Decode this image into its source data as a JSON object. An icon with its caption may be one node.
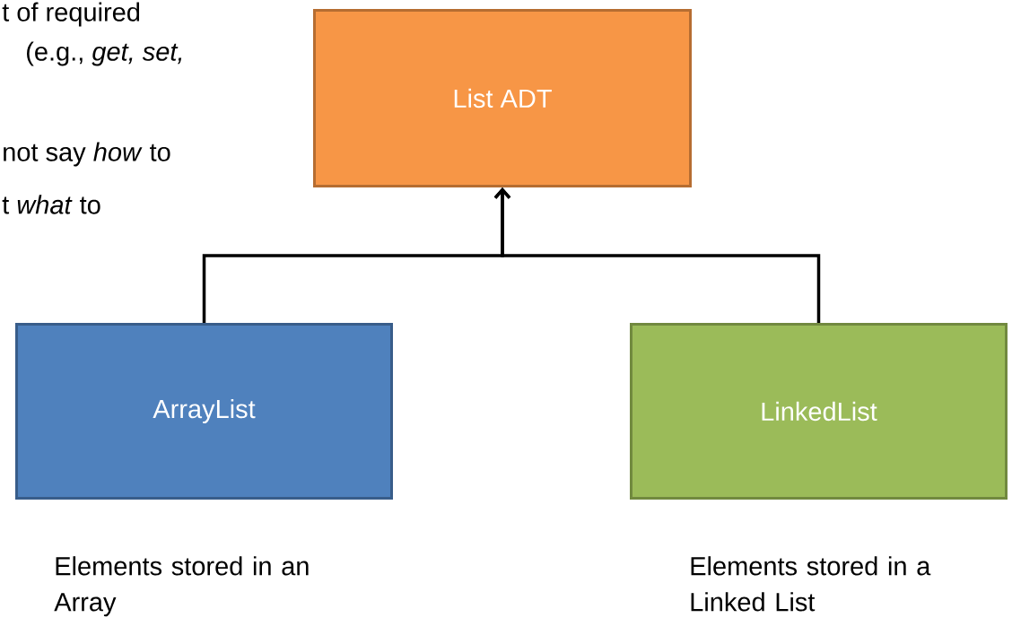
{
  "diagram": {
    "nodes": [
      {
        "text": [
          "List ADT"
        ]
      },
      {
        "text": [
          "ArrayList"
        ],
        "beside": [
          "Elements stored in an Array"
        ]
      },
      {
        "text": [
          "LinkedList"
        ],
        "beside": [
          "Elements stored in a Linked List"
        ]
      }
    ],
    "edges": [
      {
        "from": 1,
        "to": 0,
        "arrow": "to"
      },
      {
        "from": 2,
        "to": 0,
        "arrow": "to"
      }
    ],
    "labels": [
      "t of required",
      "(e.g., *get, set,*",
      "not say *how* to",
      "t *what* to"
    ]
  }
}
